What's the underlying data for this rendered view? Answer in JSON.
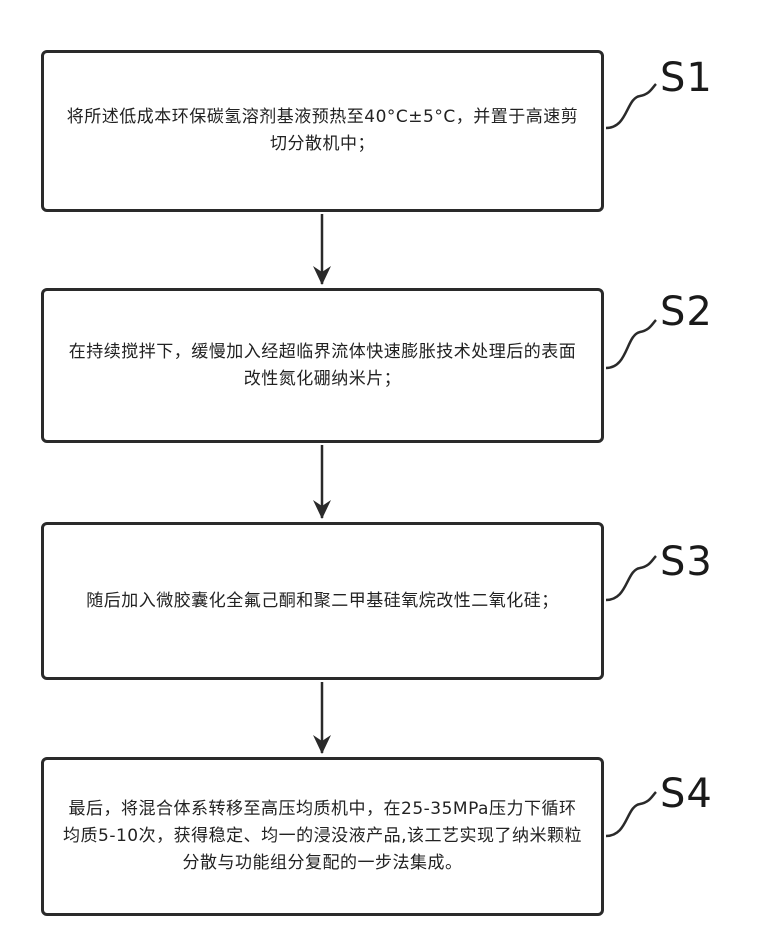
{
  "steps": [
    {
      "label": "S1",
      "text": "将所述低成本环保碳氢溶剂基液预热至40°C±5°C，并置于高速剪切分散机中；"
    },
    {
      "label": "S2",
      "text": "在持续搅拌下，缓慢加入经超临界流体快速膨胀技术处理后的表面改性氮化硼纳米片；"
    },
    {
      "label": "S3",
      "text": "随后加入微胶囊化全氟己酮和聚二甲基硅氧烷改性二氧化硅；"
    },
    {
      "label": "S4",
      "text": "最后，将混合体系转移至高压均质机中，在25-35MPa压力下循环均质5-10次，获得稳定、均一的浸没液产品,该工艺实现了纳米颗粒分散与功能组分复配的一步法集成。"
    }
  ]
}
